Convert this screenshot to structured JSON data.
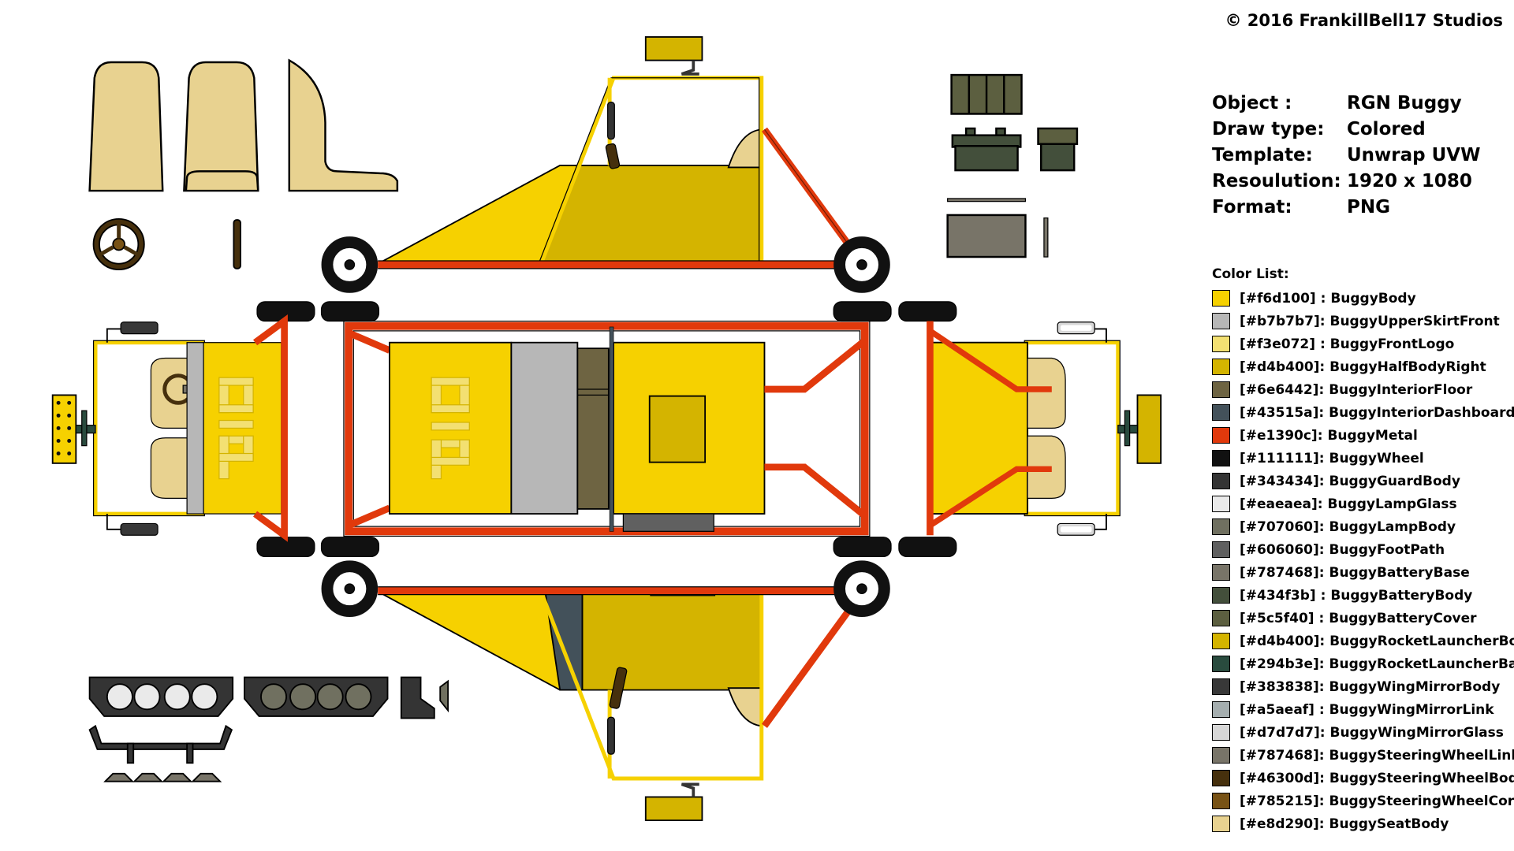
{
  "credit": "© 2016 FrankillBell17 Studios",
  "info": [
    {
      "label": "Object :",
      "value": "RGN Buggy"
    },
    {
      "label": "Draw type:",
      "value": "Colored"
    },
    {
      "label": "Template:",
      "value": "Unwrap UVW"
    },
    {
      "label": "Resoulution:",
      "value": "1920 x 1080"
    },
    {
      "label": "Format:",
      "value": "PNG"
    }
  ],
  "color_list_title": "Color List:",
  "colors": [
    {
      "code": "[#f6d100] :",
      "name": "BuggyBody",
      "hex": "#f6d100"
    },
    {
      "code": "[#b7b7b7]:",
      "name": "BuggyUpperSkirtFront",
      "hex": "#b7b7b7"
    },
    {
      "code": "[#f3e072] :",
      "name": "BuggyFrontLogo",
      "hex": "#f3e072"
    },
    {
      "code": "[#d4b400]:",
      "name": "BuggyHalfBodyRight",
      "hex": "#d4b400"
    },
    {
      "code": "[#6e6442]:",
      "name": "BuggyInteriorFloor",
      "hex": "#6e6442"
    },
    {
      "code": "[#43515a]:",
      "name": "BuggyInteriorDashboard",
      "hex": "#43515a"
    },
    {
      "code": "[#e1390c]:",
      "name": "BuggyMetal",
      "hex": "#e1390c"
    },
    {
      "code": "[#111111]:",
      "name": "BuggyWheel",
      "hex": "#111111"
    },
    {
      "code": "[#343434]:",
      "name": "BuggyGuardBody",
      "hex": "#343434"
    },
    {
      "code": "[#eaeaea]:",
      "name": "BuggyLampGlass",
      "hex": "#eaeaea"
    },
    {
      "code": "[#707060]:",
      "name": "BuggyLampBody",
      "hex": "#707060"
    },
    {
      "code": "[#606060]:",
      "name": "BuggyFootPath",
      "hex": "#606060"
    },
    {
      "code": "[#787468]:",
      "name": "BuggyBatteryBase",
      "hex": "#787468"
    },
    {
      "code": "[#434f3b] :",
      "name": "BuggyBatteryBody",
      "hex": "#434f3b"
    },
    {
      "code": "[#5c5f40] :",
      "name": "BuggyBatteryCover",
      "hex": "#5c5f40"
    },
    {
      "code": "[#d4b400]:",
      "name": "BuggyRocketLauncherBody",
      "hex": "#d4b400"
    },
    {
      "code": "[#294b3e]:",
      "name": "BuggyRocketLauncherBase",
      "hex": "#294b3e"
    },
    {
      "code": "[#383838]:",
      "name": "BuggyWingMirrorBody",
      "hex": "#383838"
    },
    {
      "code": "[#a5aeaf] :",
      "name": "BuggyWingMirrorLink",
      "hex": "#a5aeaf"
    },
    {
      "code": "[#d7d7d7]:",
      "name": "BuggyWingMirrorGlass",
      "hex": "#d7d7d7"
    },
    {
      "code": "[#787468]:",
      "name": "BuggySteeringWheelLink",
      "hex": "#787468"
    },
    {
      "code": "[#46300d]:",
      "name": "BuggySteeringWheelBody",
      "hex": "#46300d"
    },
    {
      "code": "[#785215]:",
      "name": "BuggySteeringWheelCore",
      "hex": "#785215"
    },
    {
      "code": "[#e8d290]:",
      "name": "BuggySeatBody",
      "hex": "#e8d290"
    }
  ],
  "logo_text": "B I P"
}
